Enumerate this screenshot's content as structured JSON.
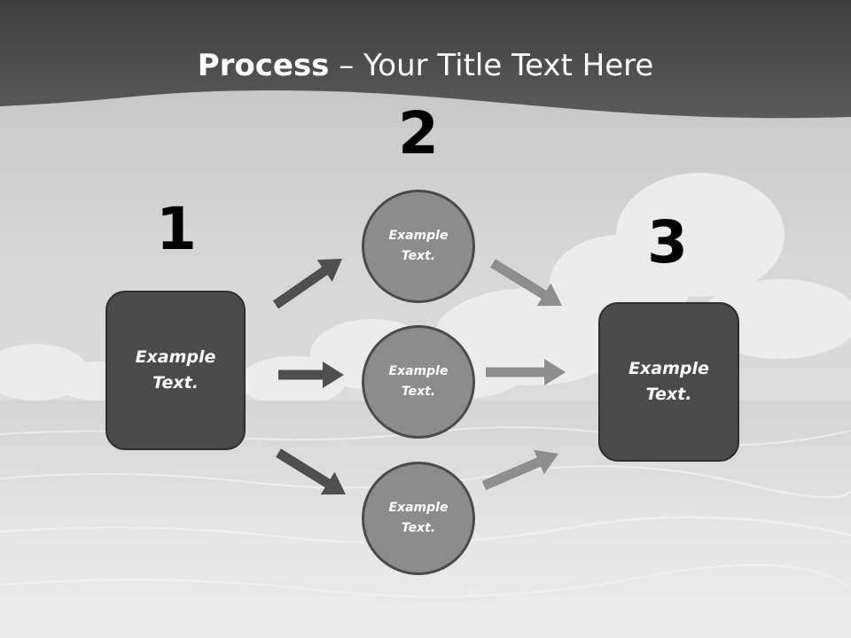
{
  "title": {
    "bold": "Process",
    "rest": " – Your Title Text Here"
  },
  "steps": [
    {
      "number": "1",
      "label": "Example Text."
    },
    {
      "number": "2",
      "labels": [
        "Example Text.",
        "Example Text.",
        "Example Text."
      ]
    },
    {
      "number": "3",
      "label": "Example Text."
    }
  ],
  "colors": {
    "header": "#4d4d4d",
    "box_fill": "#4a4a4a",
    "circle_fill": "#8c8c8c",
    "arrow_dark": "#4f4f4f",
    "arrow_light": "#8e8e8e"
  }
}
